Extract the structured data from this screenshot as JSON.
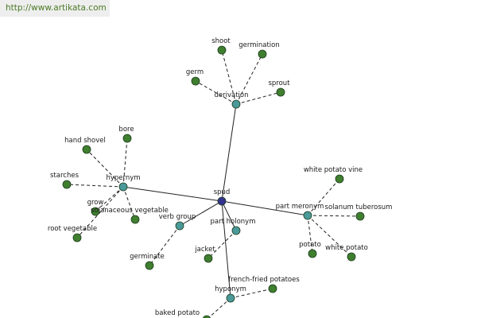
{
  "header": {
    "url": "http://www.artikata.com"
  },
  "colors": {
    "root": "#33338f",
    "group": "#4a9a9a",
    "leaf": "#3f7f2f",
    "edge": "#222222",
    "label": "#1a1a1a"
  },
  "graph": {
    "root": {
      "id": "spud",
      "label": "spud"
    },
    "groups": [
      {
        "id": "derivation",
        "label": "derivation"
      },
      {
        "id": "hypernym",
        "label": "hypernym"
      },
      {
        "id": "part-meronym",
        "label": "part meronym"
      },
      {
        "id": "verb-group",
        "label": "verb group"
      },
      {
        "id": "part-holonym",
        "label": "part holonym"
      },
      {
        "id": "hyponym",
        "label": "hyponym"
      }
    ],
    "leaves": [
      {
        "id": "shoot",
        "label": "shoot",
        "group": "derivation"
      },
      {
        "id": "germination",
        "label": "germination",
        "group": "derivation"
      },
      {
        "id": "germ",
        "label": "germ",
        "group": "derivation"
      },
      {
        "id": "sprout",
        "label": "sprout",
        "group": "derivation"
      },
      {
        "id": "hand-shovel",
        "label": "hand shovel",
        "group": "hypernym"
      },
      {
        "id": "bore",
        "label": "bore",
        "group": "hypernym"
      },
      {
        "id": "starches",
        "label": "starches",
        "group": "hypernym"
      },
      {
        "id": "grow",
        "label": "grow",
        "group": "hypernym"
      },
      {
        "id": "solanaceous-vegetable",
        "label": "solanaceous vegetable",
        "group": "hypernym"
      },
      {
        "id": "root-vegetable",
        "label": "root vegetable",
        "group": "hypernym"
      },
      {
        "id": "white-potato-vine",
        "label": "white potato vine",
        "group": "part-meronym"
      },
      {
        "id": "solanum-tuberosum",
        "label": "solanum tuberosum",
        "group": "part-meronym"
      },
      {
        "id": "potato",
        "label": "potato",
        "group": "part-meronym"
      },
      {
        "id": "white-potato",
        "label": "white potato",
        "group": "part-meronym"
      },
      {
        "id": "germinate",
        "label": "germinate",
        "group": "verb-group"
      },
      {
        "id": "jacket",
        "label": "jacket",
        "group": "part-holonym"
      },
      {
        "id": "french-fried-potatoes",
        "label": "french-fried potatoes",
        "group": "hyponym"
      },
      {
        "id": "baked-potato",
        "label": "baked potato",
        "group": "hyponym"
      }
    ]
  }
}
